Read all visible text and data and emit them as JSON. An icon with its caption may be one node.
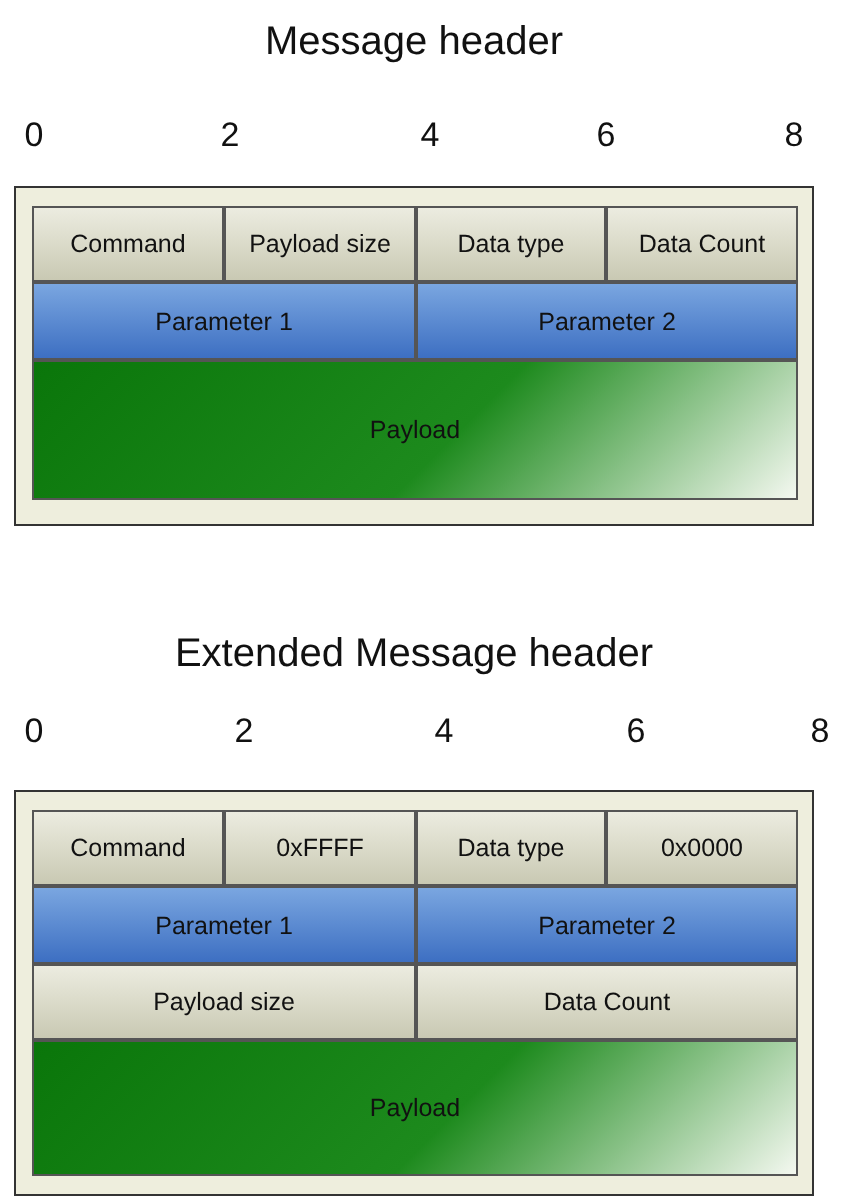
{
  "diagram": {
    "nodes": [
      {
        "text": [
          "Message header"
        ]
      },
      {
        "text": [
          "Command"
        ],
        "in": 0
      },
      {
        "text": [
          "Payload size"
        ],
        "in": 0
      },
      {
        "text": [
          "Data type"
        ],
        "in": 0
      },
      {
        "text": [
          "Data Count"
        ],
        "in": 0
      },
      {
        "text": [
          "Parameter 1"
        ],
        "in": 0
      },
      {
        "text": [
          "Parameter 2"
        ],
        "in": 0
      },
      {
        "text": [
          "Payload"
        ],
        "in": 0
      },
      {
        "text": [
          "Extended Message header"
        ]
      },
      {
        "text": [
          "Command"
        ],
        "in": 8
      },
      {
        "text": [
          "0xFFFF"
        ],
        "in": 8
      },
      {
        "text": [
          "Data type"
        ],
        "in": 8
      },
      {
        "text": [
          "0x0000"
        ],
        "in": 8
      },
      {
        "text": [
          "Parameter 1"
        ],
        "in": 8
      },
      {
        "text": [
          "Parameter 2"
        ],
        "in": 8
      },
      {
        "text": [
          "Payload size"
        ],
        "in": 8
      },
      {
        "text": [
          "Data Count"
        ],
        "in": 8
      },
      {
        "text": [
          "Payload"
        ],
        "in": 8
      }
    ],
    "labels": [
      "0",
      "2",
      "4",
      "6",
      "8",
      "0",
      "2",
      "4",
      "6",
      "8"
    ]
  }
}
